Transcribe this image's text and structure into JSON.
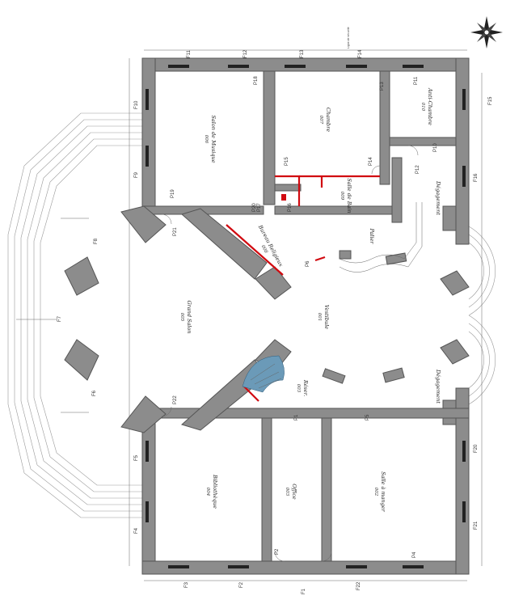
{
  "rooms": {
    "salon_musique": {
      "name": "Salon de Musique",
      "number": "006"
    },
    "chambre": {
      "name": "Chambre",
      "number": "007"
    },
    "anti_chambre": {
      "name": "Anti-Chambre",
      "number": "010"
    },
    "salle_bain": {
      "name": "Salle de Bain",
      "number": "009"
    },
    "grand_salon": {
      "name": "Grand Salon",
      "number": "005"
    },
    "vestibule": {
      "name": "Vestibule",
      "number": "001"
    },
    "degagement_top": {
      "name": "Dégagement",
      "number": ""
    },
    "degagement_bottom": {
      "name": "Dégagement",
      "number": ""
    },
    "palier": {
      "name": "Palier",
      "number": ""
    },
    "bureau": {
      "name": "Bureau Religieux",
      "number": "008"
    },
    "bibliotheque": {
      "name": "Bibliothèque",
      "number": "004"
    },
    "office": {
      "name": "Office",
      "number": "003"
    },
    "salle_manger": {
      "name": "Salle à manger",
      "number": "002"
    },
    "reserve": {
      "name": "Réser.",
      "number": "003"
    }
  },
  "windows": [
    "F1",
    "F2",
    "F3",
    "F4",
    "F5",
    "F6",
    "F7",
    "F8",
    "F9",
    "F10",
    "F11",
    "F12",
    "F13",
    "F14",
    "F15",
    "F16",
    "F20",
    "F21",
    "F22"
  ],
  "doors": [
    "P1",
    "P2",
    "P4",
    "P5",
    "P6",
    "P10",
    "P11",
    "P12",
    "P13",
    "P14",
    "P15",
    "P16",
    "P17",
    "P18",
    "P19",
    "P20",
    "P21",
    "P22"
  ],
  "annotations": {
    "note_top": "Ligne de sécurité"
  },
  "colors": {
    "wall": "#8c8c8c",
    "highlight": "#d10a10",
    "stair": "#6b9ab8"
  }
}
